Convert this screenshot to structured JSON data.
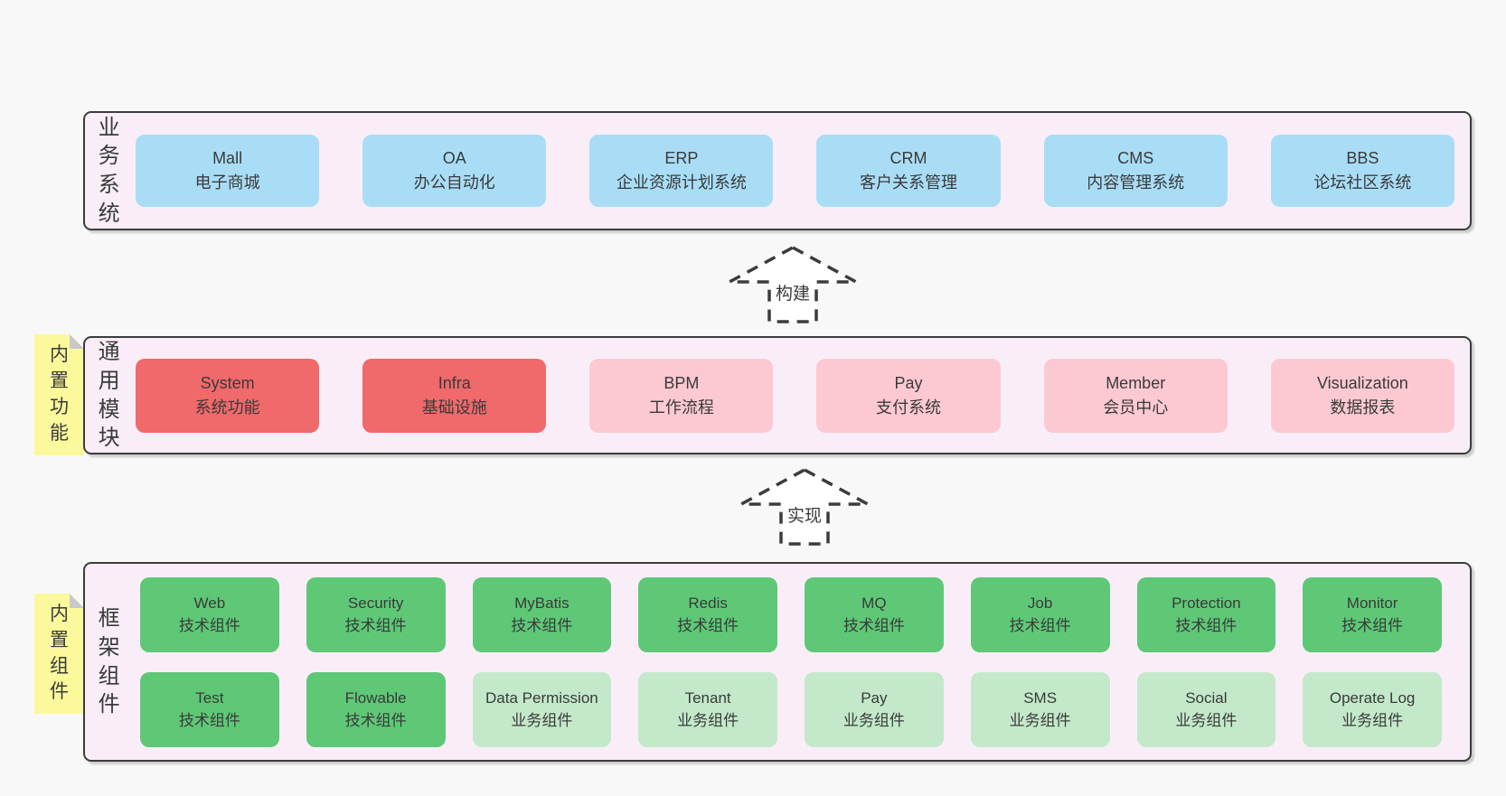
{
  "colors": {
    "page_bg": "#f8f8f8",
    "band_bg": "#f9eef7",
    "band_border": "#3c3c3c",
    "blue": "#a9ddf6",
    "red": "#f0696b",
    "pink": "#fcc9d2",
    "green": "#5ec877",
    "light_green": "#c3e9ca",
    "sticky_yellow": "#fbf99b",
    "sticky_fold": "#c8c8c8",
    "text": "#3a3a3a"
  },
  "bands": [
    {
      "label": "业务系统"
    },
    {
      "label": "通用模块",
      "sticky": "内置功能"
    },
    {
      "label": "框架组件",
      "sticky": "内置组件"
    }
  ],
  "arrows": [
    {
      "label": "构建"
    },
    {
      "label": "实现"
    }
  ],
  "business_systems": [
    {
      "name": "Mall",
      "subtitle": "电子商城"
    },
    {
      "name": "OA",
      "subtitle": "办公自动化"
    },
    {
      "name": "ERP",
      "subtitle": "企业资源计划系统"
    },
    {
      "name": "CRM",
      "subtitle": "客户关系管理"
    },
    {
      "name": "CMS",
      "subtitle": "内容管理系统"
    },
    {
      "name": "BBS",
      "subtitle": "论坛社区系统"
    }
  ],
  "common_modules": [
    {
      "name": "System",
      "subtitle": "系统功能",
      "variant": "red"
    },
    {
      "name": "Infra",
      "subtitle": "基础设施",
      "variant": "red"
    },
    {
      "name": "BPM",
      "subtitle": "工作流程",
      "variant": "pink"
    },
    {
      "name": "Pay",
      "subtitle": "支付系统",
      "variant": "pink"
    },
    {
      "name": "Member",
      "subtitle": "会员中心",
      "variant": "pink"
    },
    {
      "name": "Visualization",
      "subtitle": "数据报表",
      "variant": "pink"
    }
  ],
  "framework_components": {
    "row1": [
      {
        "name": "Web",
        "subtitle": "技术组件",
        "variant": "green"
      },
      {
        "name": "Security",
        "subtitle": "技术组件",
        "variant": "green"
      },
      {
        "name": "MyBatis",
        "subtitle": "技术组件",
        "variant": "green"
      },
      {
        "name": "Redis",
        "subtitle": "技术组件",
        "variant": "green"
      },
      {
        "name": "MQ",
        "subtitle": "技术组件",
        "variant": "green"
      },
      {
        "name": "Job",
        "subtitle": "技术组件",
        "variant": "green"
      },
      {
        "name": "Protection",
        "subtitle": "技术组件",
        "variant": "green"
      },
      {
        "name": "Monitor",
        "subtitle": "技术组件",
        "variant": "green"
      }
    ],
    "row2": [
      {
        "name": "Test",
        "subtitle": "技术组件",
        "variant": "green"
      },
      {
        "name": "Flowable",
        "subtitle": "技术组件",
        "variant": "green"
      },
      {
        "name": "Data Permission",
        "subtitle": "业务组件",
        "variant": "light_green"
      },
      {
        "name": "Tenant",
        "subtitle": "业务组件",
        "variant": "light_green"
      },
      {
        "name": "Pay",
        "subtitle": "业务组件",
        "variant": "light_green"
      },
      {
        "name": "SMS",
        "subtitle": "业务组件",
        "variant": "light_green"
      },
      {
        "name": "Social",
        "subtitle": "业务组件",
        "variant": "light_green"
      },
      {
        "name": "Operate Log",
        "subtitle": "业务组件",
        "variant": "light_green"
      }
    ]
  }
}
